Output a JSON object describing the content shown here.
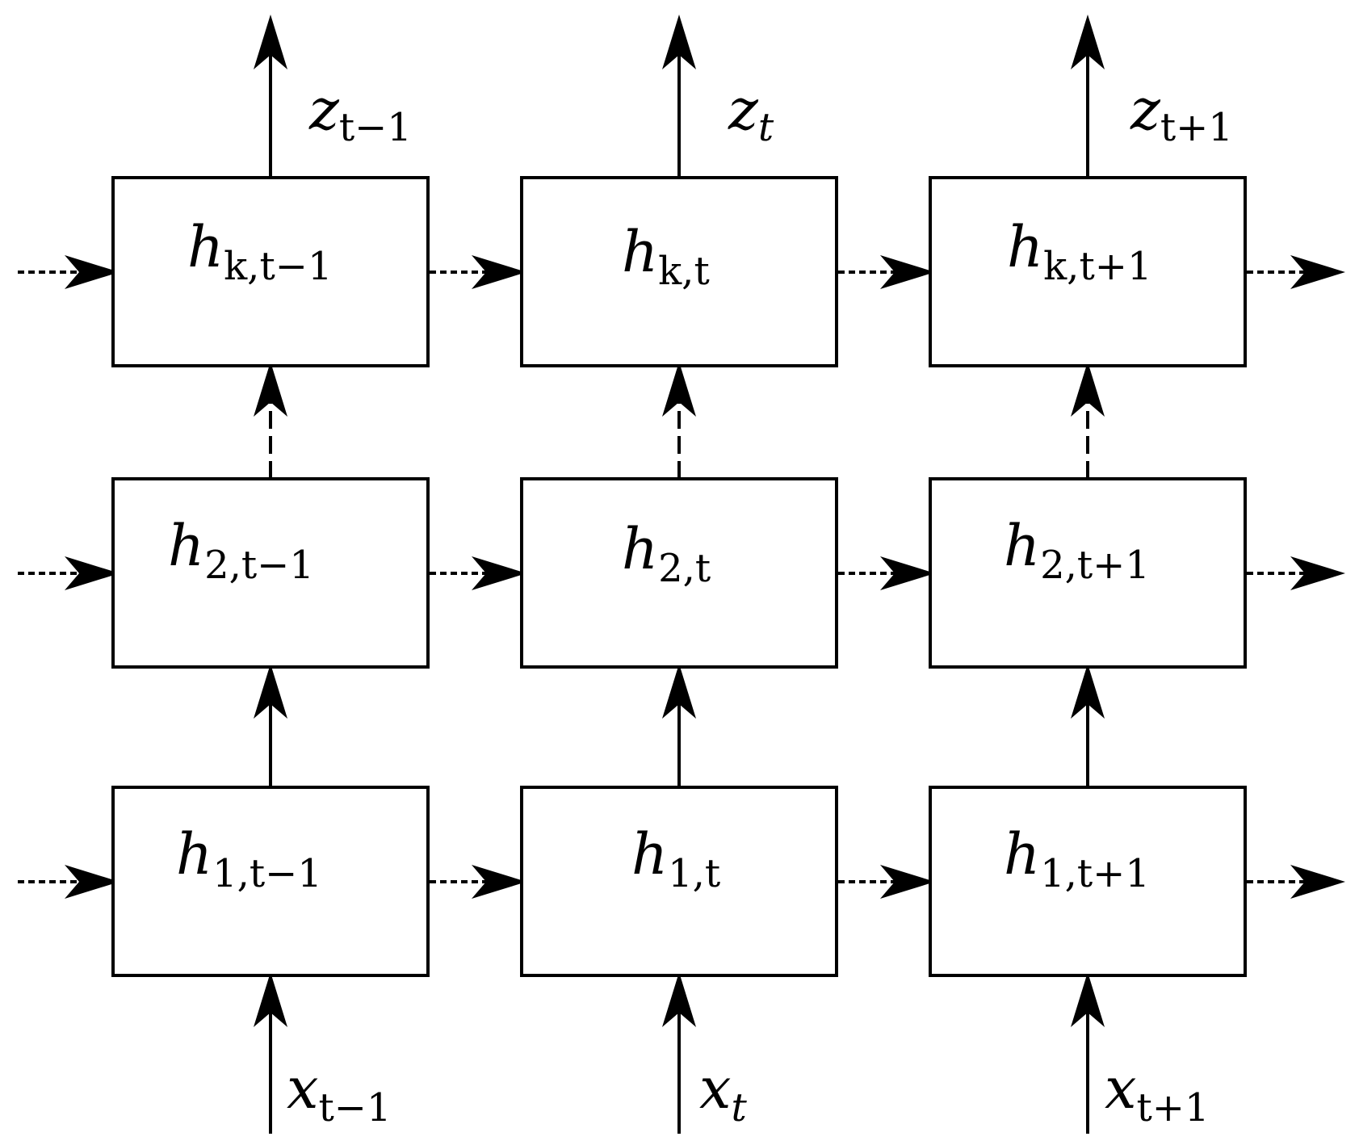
{
  "columns": [
    {
      "output": {
        "base": "z",
        "sub": "t−1"
      },
      "input": {
        "base": "x",
        "sub": "t−1"
      },
      "layers": [
        {
          "base": "h",
          "sub": "k,t−1"
        },
        {
          "base": "h",
          "sub": "2,t−1"
        },
        {
          "base": "h",
          "sub": "1,t−1"
        }
      ]
    },
    {
      "output": {
        "base": "z",
        "sub": "t"
      },
      "input": {
        "base": "x",
        "sub": "t"
      },
      "layers": [
        {
          "base": "h",
          "sub": "k,t"
        },
        {
          "base": "h",
          "sub": "2,t"
        },
        {
          "base": "h",
          "sub": "1,t"
        }
      ]
    },
    {
      "output": {
        "base": "z",
        "sub": "t+1"
      },
      "input": {
        "base": "x",
        "sub": "t+1"
      },
      "layers": [
        {
          "base": "h",
          "sub": "k,t+1"
        },
        {
          "base": "h",
          "sub": "2,t+1"
        },
        {
          "base": "h",
          "sub": "1,t+1"
        }
      ]
    }
  ],
  "colors": {
    "stroke": "#000000",
    "background": "#ffffff"
  }
}
